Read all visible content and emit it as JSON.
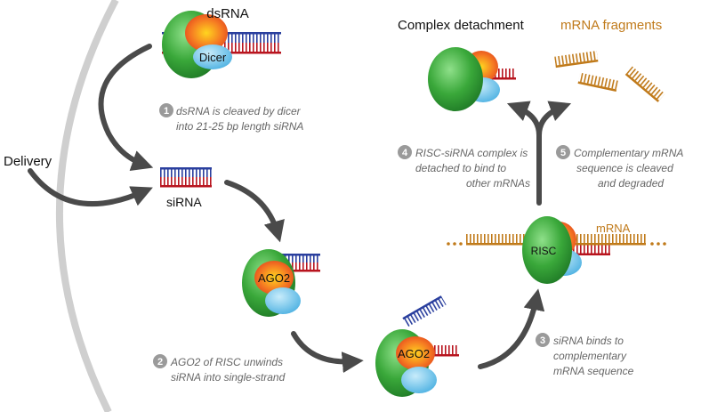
{
  "labels": {
    "dsrna": "dsRNA",
    "dicer": "Dicer",
    "delivery": "Delivery",
    "sirna": "siRNA",
    "ago2_a": "AGO2",
    "ago2_b": "AGO2",
    "risc": "RISC",
    "mrna": "mRNA",
    "complex_detachment": "Complex detachment",
    "mrna_fragments": "mRNA fragments"
  },
  "steps": [
    {
      "number": "1",
      "lines": [
        "dsRNA is cleaved by dicer",
        "into 21-25 bp length siRNA"
      ]
    },
    {
      "number": "2",
      "lines": [
        "AGO2 of RISC unwinds",
        "siRNA into single-strand"
      ]
    },
    {
      "number": "3",
      "lines": [
        "siRNA binds to",
        "complementary",
        "mRNA sequence"
      ]
    },
    {
      "number": "4",
      "lines": [
        "RISC-siRNA complex is",
        "detached to bind to",
        "other mRNAs"
      ]
    },
    {
      "number": "5",
      "lines": [
        "Complementary mRNA",
        "sequence is cleaved",
        "and degraded"
      ]
    }
  ],
  "colors": {
    "membrane": "#cfcfcf",
    "arrow": "#4a4a4a",
    "strand_blue": "#2a3f9e",
    "strand_red": "#b8141e",
    "mrna": "#c07a1a",
    "protein_green": "#3aa83a",
    "protein_orange": "#f07a20",
    "protein_blue": "#6ec3ea",
    "step_badge": "#9a9a9a",
    "step_text": "#666666"
  }
}
